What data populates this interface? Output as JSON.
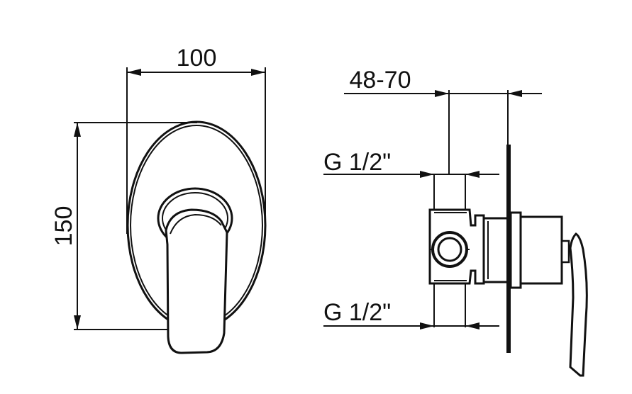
{
  "dimensions": {
    "width": "100",
    "height": "150",
    "wall_depth": "48-70",
    "top_connection": "G 1/2\"",
    "bottom_connection": "G 1/2\""
  }
}
